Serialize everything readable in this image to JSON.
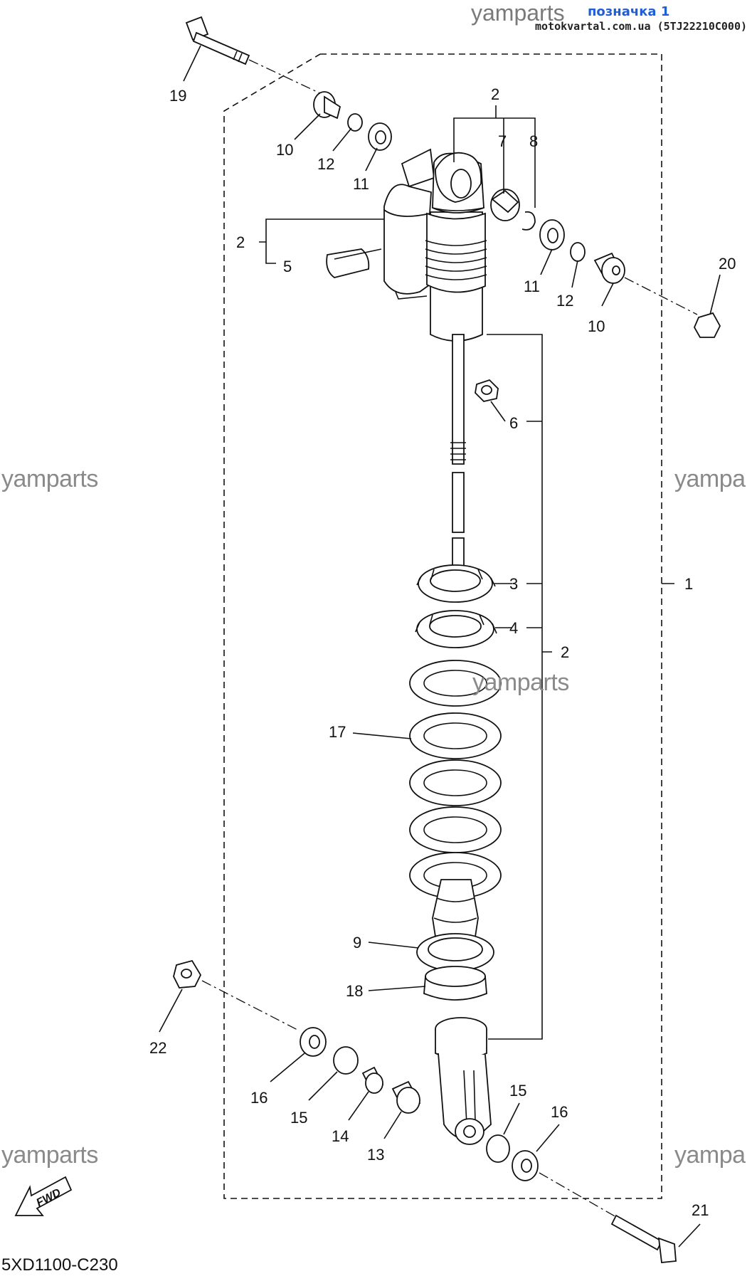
{
  "header": {
    "brand": "yamparts",
    "badge": "позначка 1",
    "site": "motokvartal.com.ua (5TJ22210C000)"
  },
  "watermarks": [
    "yamparts",
    "yampa",
    "yamparts",
    "yamparts",
    "yampa"
  ],
  "diagram_code": "5XD1100-C230",
  "fwd_label": "FWD",
  "callouts": {
    "c19": "19",
    "c10a": "10",
    "c12a": "12",
    "c11a": "11",
    "c2top": "2",
    "c7": "7",
    "c8": "8",
    "c2left": "2",
    "c5": "5",
    "c11b": "11",
    "c12b": "12",
    "c10b": "10",
    "c20": "20",
    "c6": "6",
    "c3": "3",
    "c4": "4",
    "c2right": "2",
    "c1": "1",
    "c17": "17",
    "c9": "9",
    "c18": "18",
    "c22": "22",
    "c16a": "16",
    "c15a": "15",
    "c14": "14",
    "c13": "13",
    "c15b": "15",
    "c16b": "16",
    "c21": "21"
  }
}
